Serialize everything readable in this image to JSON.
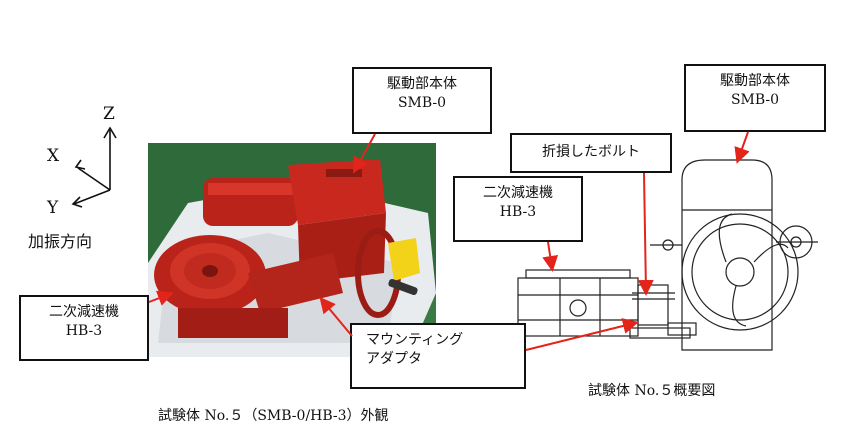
{
  "axes": {
    "x": "X",
    "y": "Y",
    "z": "Z",
    "caption": "加振方向"
  },
  "labels": {
    "drive_left": {
      "line1": "駆動部本体",
      "line2": "SMB-0"
    },
    "drive_right": {
      "line1": "駆動部本体",
      "line2": "SMB-0"
    },
    "reducer_left": {
      "line1": "二次減速機",
      "line2": "HB-3"
    },
    "reducer_right": {
      "line1": "二次減速機",
      "line2": "HB-3"
    },
    "adapter": {
      "line1": "マウンティング",
      "line2": "アダプタ"
    },
    "bolt": {
      "line1": "折損したボルト"
    }
  },
  "captions": {
    "photo": "試験体 No.５（SMB-0/HB-3）外観",
    "schematic": "試験体 No.５概要図"
  },
  "colors": {
    "arrow": "#e3241b",
    "body_red": "#c8281e",
    "photo_bg": "#2f6b3a"
  }
}
